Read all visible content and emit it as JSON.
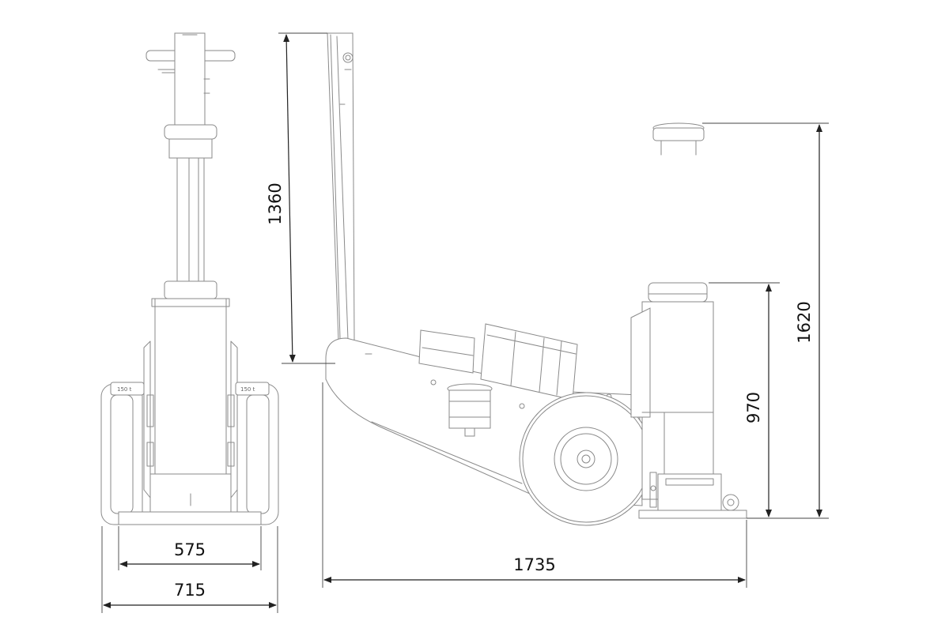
{
  "dimensions": {
    "front_inner_width": "575",
    "front_outer_width": "715",
    "side_length": "1735",
    "handle_height": "1360",
    "collapsed_height": "970",
    "max_height": "1620"
  },
  "wheel_labels": {
    "left": "150 t",
    "right": "150 t"
  },
  "colors": {
    "outline": "#8a8a8a",
    "dimension": "#222222",
    "background": "#ffffff"
  }
}
